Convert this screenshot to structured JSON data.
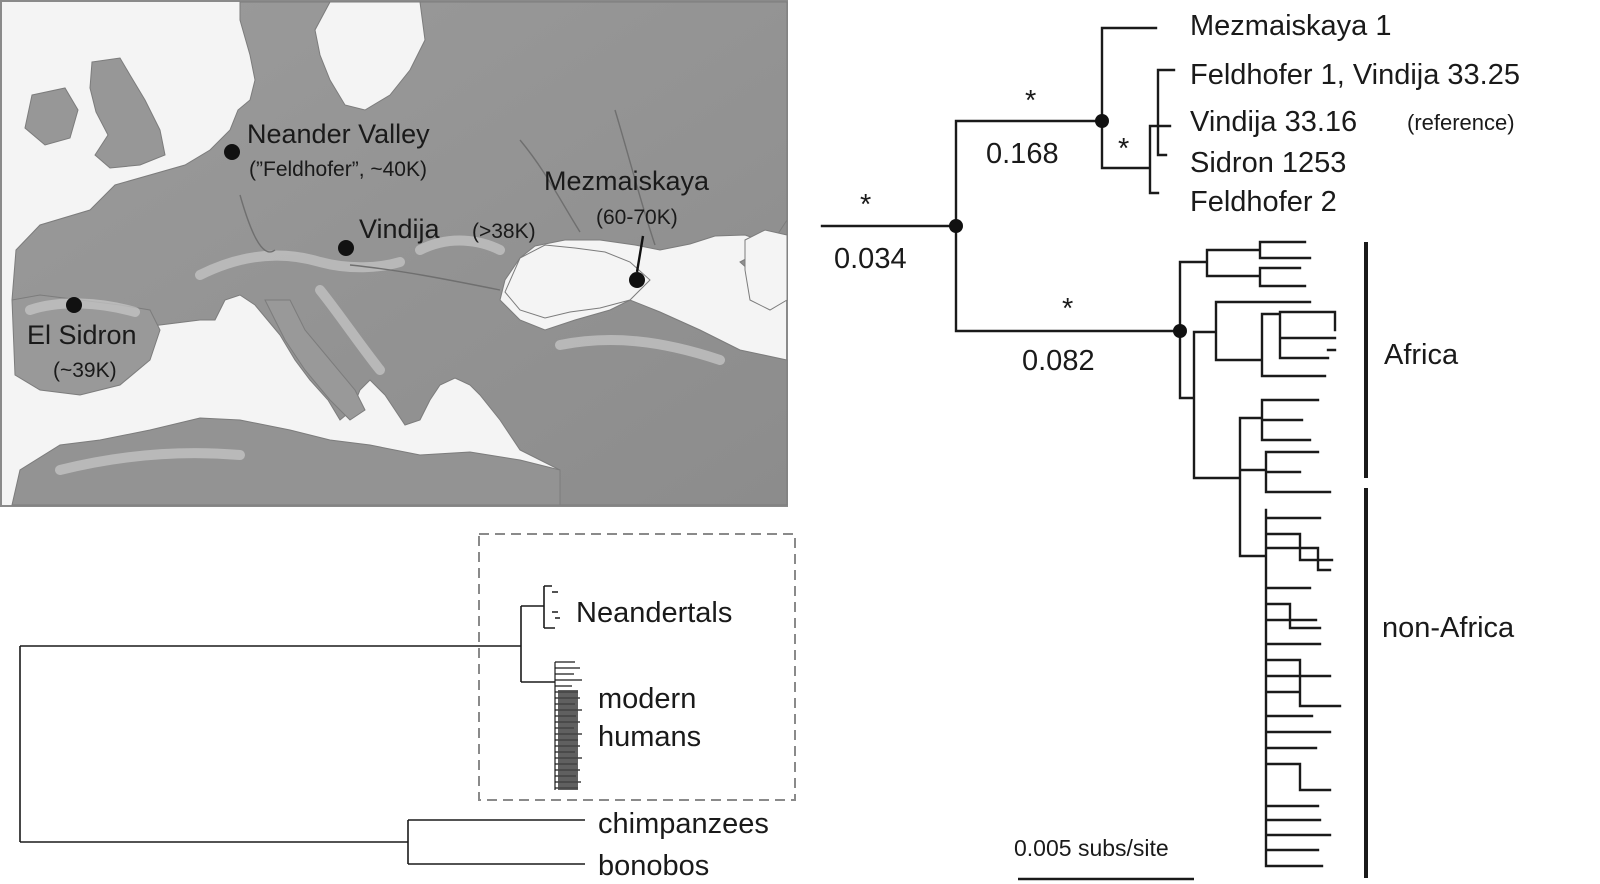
{
  "map": {
    "sites": [
      {
        "name": "Neander Valley",
        "detail": "(”Feldhofer”, ~40K)"
      },
      {
        "name": "Vindija",
        "detail": "(>38K)"
      },
      {
        "name": "Mezmaiskaya",
        "detail": "(60-70K)"
      },
      {
        "name": "El Sidron",
        "detail": "(~39K)"
      }
    ]
  },
  "overview_tree": {
    "labels": {
      "neandertals": "Neandertals",
      "modern_line1": "modern",
      "modern_line2": "humans",
      "chimpanzees": "chimpanzees",
      "bonobos": "bonobos"
    }
  },
  "detail_tree": {
    "neandertal_tips": [
      "Mezmaiskaya 1",
      "Feldhofer 1, Vindija 33.25",
      "Vindija 33.16",
      "Sidron 1253",
      "Feldhofer 2"
    ],
    "reference_note": "(reference)",
    "branch_support": [
      {
        "symbol": "*",
        "value": "0.034"
      },
      {
        "symbol": "*",
        "value": "0.168"
      },
      {
        "symbol": "*",
        "value": "0.082"
      },
      {
        "symbol": "*"
      }
    ],
    "groups": {
      "africa": "Africa",
      "non_africa": "non-Africa"
    },
    "scale_bar": "0.005 subs/site"
  }
}
